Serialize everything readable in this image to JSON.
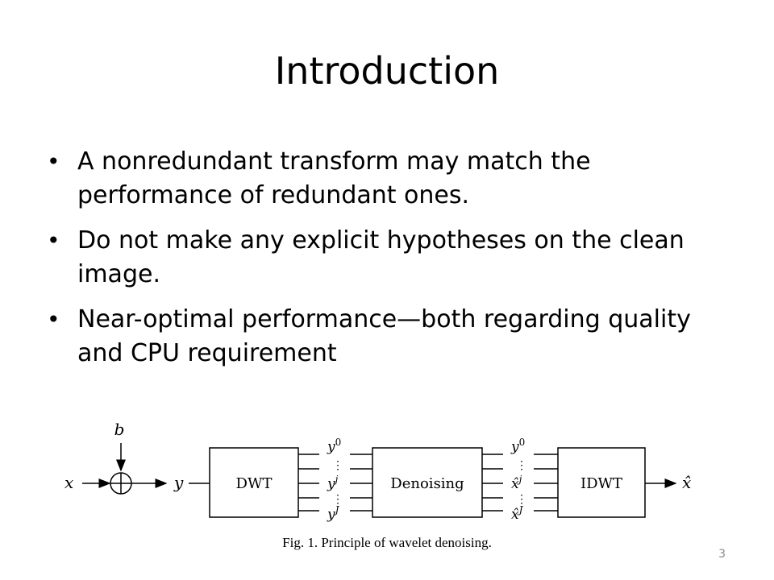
{
  "slide": {
    "title": "Introduction",
    "bullets": [
      {
        "text": "A nonredundant transform may match the performance of redundant ones."
      },
      {
        "text": "Do not make any explicit hypotheses on the clean image."
      },
      {
        "text": "Near-optimal performance—both regarding quality and CPU requirement"
      }
    ],
    "page_number": "3"
  },
  "figure": {
    "caption": "Fig. 1.   Principle of wavelet denoising.",
    "input_x": "x",
    "noise_b": "b",
    "signal_y": "y",
    "blocks": {
      "dwt": "DWT",
      "denoising": "Denoising",
      "idwt": "IDWT"
    },
    "coeff_labels": {
      "y0": "y",
      "y0_sup": "0",
      "yj": "y",
      "yj_sup": "j",
      "yJ": "y",
      "yJ_sup": "J",
      "y0_out": "y",
      "y0_out_sup": "0",
      "xj_hat": "x̂",
      "xj_hat_sup": "j",
      "xJ_hat": "x̂",
      "xJ_hat_sup": "J"
    },
    "output_x_hat": "x̂"
  }
}
